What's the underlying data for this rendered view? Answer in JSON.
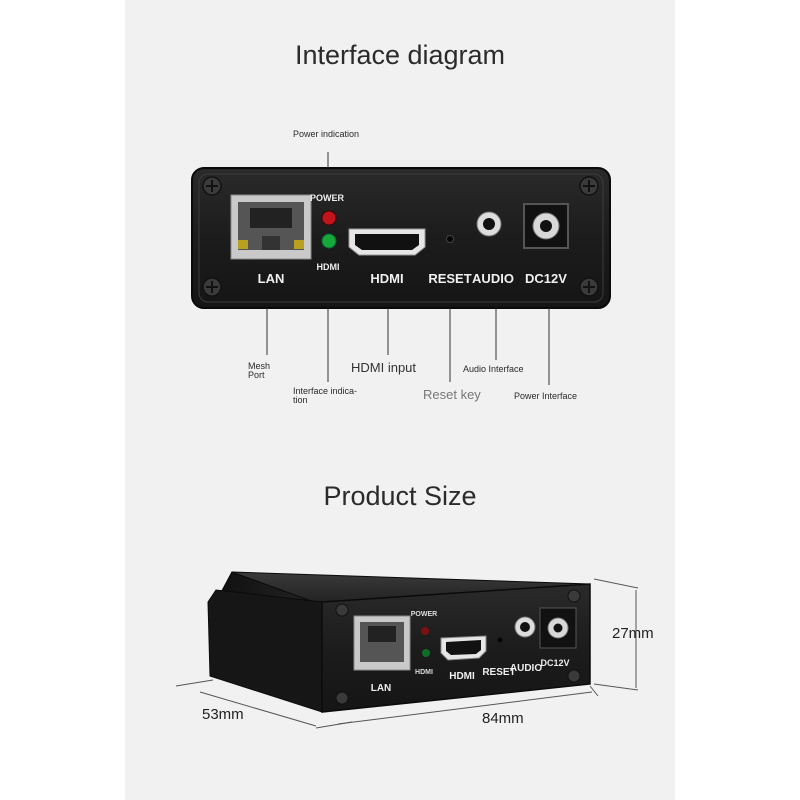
{
  "interface": {
    "title": "Interface diagram",
    "ports": {
      "power_led": "POWER",
      "hdmi_led": "HDMI",
      "lan": "LAN",
      "hdmi": "HDMI",
      "reset": "RESET",
      "audio": "AUDIO",
      "dc": "DC12V"
    },
    "callouts": {
      "power_indication": "Power indication",
      "mesh_port": "Mesh\nPort",
      "interface_indication": "Interface indica-\ntion",
      "hdmi_input": "HDMI input",
      "reset_key": "Reset key",
      "audio_interface": "Audio Interface",
      "power_interface": "Power Interface"
    }
  },
  "product_size": {
    "title": "Product Size",
    "ports": {
      "power_led": "POWER",
      "hdmi_led": "HDMI",
      "lan": "LAN",
      "hdmi": "HDMI",
      "reset": "RESET",
      "audio": "AUDIO",
      "dc": "DC12V"
    },
    "dimensions": {
      "height": "27mm",
      "depth": "53mm",
      "width": "84mm"
    }
  },
  "colors": {
    "background": "#f1f1f1",
    "device_body": "#1e1e1e",
    "power_led": "#c0161b",
    "hdmi_led": "#18a83a",
    "lan_port": "#c9c9c9"
  }
}
